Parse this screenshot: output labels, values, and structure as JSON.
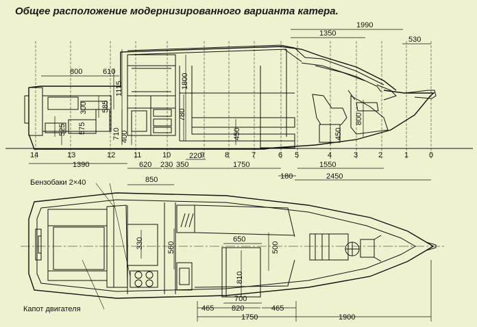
{
  "title": "Общее расположение модернизированного варианта катера.",
  "labels": {
    "fuel_tanks": "Бензобаки 2×40",
    "engine_hood": "Капот двигателя"
  },
  "stations": [
    "14",
    "13",
    "12",
    "11",
    "10",
    "9",
    "8",
    "7",
    "6",
    "5",
    "4",
    "3",
    "2",
    "1",
    "0"
  ],
  "side_dims": {
    "d1990": "1990",
    "d1350": "1350",
    "d530": "530",
    "d800": "800",
    "d610": "610",
    "d1115": "1115",
    "d1800": "1800",
    "d585": "585",
    "d300": "300",
    "d780": "780",
    "d525": "525",
    "d575": "575",
    "d710": "710",
    "d400": "400",
    "d450a": "450",
    "d450b": "450",
    "d800b": "800",
    "d1390": "1390",
    "d620": "620",
    "d230": "230",
    "d350": "350",
    "d220": "220",
    "d1750": "1750",
    "d1550": "1550",
    "d180": "180",
    "d2450": "2450"
  },
  "plan_dims": {
    "d850": "850",
    "d330": "330",
    "d560": "560",
    "d650": "650",
    "d500": "500",
    "d810": "810",
    "d700": "700",
    "d465a": "465",
    "d820": "820",
    "d465b": "465",
    "d1750": "1750",
    "d1900": "1900"
  },
  "colors": {
    "background": "#eef2cf",
    "line": "#111111"
  }
}
